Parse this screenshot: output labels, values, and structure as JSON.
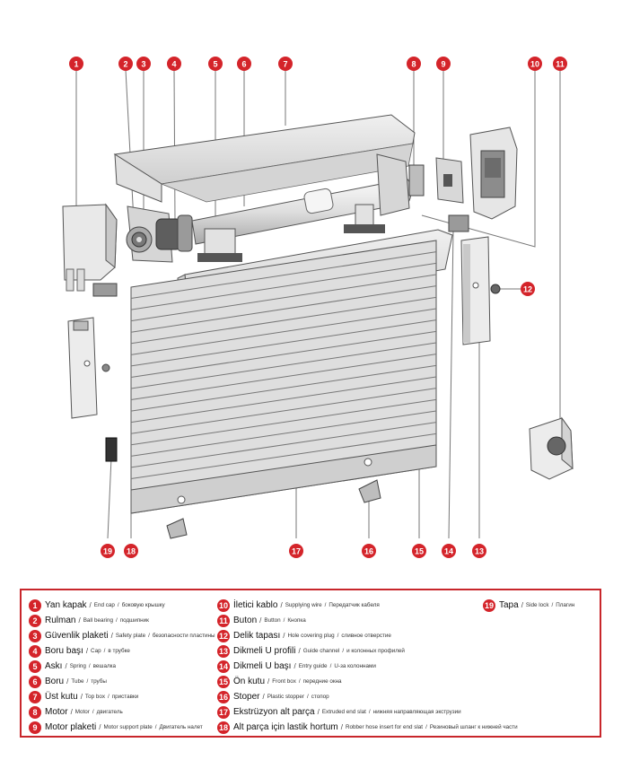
{
  "colors": {
    "badge": "#d4242a",
    "frame": "#c8262b",
    "line": "#777777"
  },
  "legend": {
    "items": [
      {
        "n": "1",
        "tr": "Yan kapak",
        "en": "End cap",
        "ru": "боковую крышку"
      },
      {
        "n": "2",
        "tr": "Rulman",
        "en": "Ball bearing",
        "ru": "подшипник"
      },
      {
        "n": "3",
        "tr": "Güvenlik plaketi",
        "en": "Safety plate",
        "ru": "безопасности пластины"
      },
      {
        "n": "4",
        "tr": "Boru başı",
        "en": "Cap",
        "ru": "в трубке"
      },
      {
        "n": "5",
        "tr": "Askı",
        "en": "Spring",
        "ru": "вешалка"
      },
      {
        "n": "6",
        "tr": "Boru",
        "en": "Tube",
        "ru": "трубы"
      },
      {
        "n": "7",
        "tr": "Üst kutu",
        "en": "Top box",
        "ru": "приставки"
      },
      {
        "n": "8",
        "tr": "Motor",
        "en": "Motor",
        "ru": "двигатель"
      },
      {
        "n": "9",
        "tr": "Motor plaketi",
        "en": "Motor support plate",
        "ru": "Двигатель налет"
      },
      {
        "n": "10",
        "tr": "İletici kablo",
        "en": "Supplying wire",
        "ru": "Передатчик кабеля"
      },
      {
        "n": "11",
        "tr": "Buton",
        "en": "Button",
        "ru": "Кнопка"
      },
      {
        "n": "12",
        "tr": "Delik tapası",
        "en": "Hole covering plug",
        "ru": "сливное отверстие"
      },
      {
        "n": "13",
        "tr": "Dikmeli U profili",
        "en": "Guide channel",
        "ru": "и колонных профилей"
      },
      {
        "n": "14",
        "tr": "Dikmeli U başı",
        "en": "Entry guide",
        "ru": "U-за колоннами"
      },
      {
        "n": "15",
        "tr": "Ön kutu",
        "en": "Front box",
        "ru": "передние окна"
      },
      {
        "n": "16",
        "tr": "Stoper",
        "en": "Plastic stopper",
        "ru": "стопор"
      },
      {
        "n": "17",
        "tr": "Ekstrüzyon alt parça",
        "en": "Extruded end slat",
        "ru": "нижняя направляющая экструзии"
      },
      {
        "n": "18",
        "tr": "Alt parça için lastik hortum",
        "en": "Robber hose insert for end slat",
        "ru": "Резиновый шланг к нижней части"
      },
      {
        "n": "19",
        "tr": "Tapa",
        "en": "Side lock",
        "ru": "Плагин"
      }
    ]
  },
  "callouts": [
    "1",
    "2",
    "3",
    "4",
    "5",
    "6",
    "7",
    "8",
    "9",
    "10",
    "11",
    "12",
    "13",
    "14",
    "15",
    "16",
    "17",
    "18",
    "19"
  ]
}
